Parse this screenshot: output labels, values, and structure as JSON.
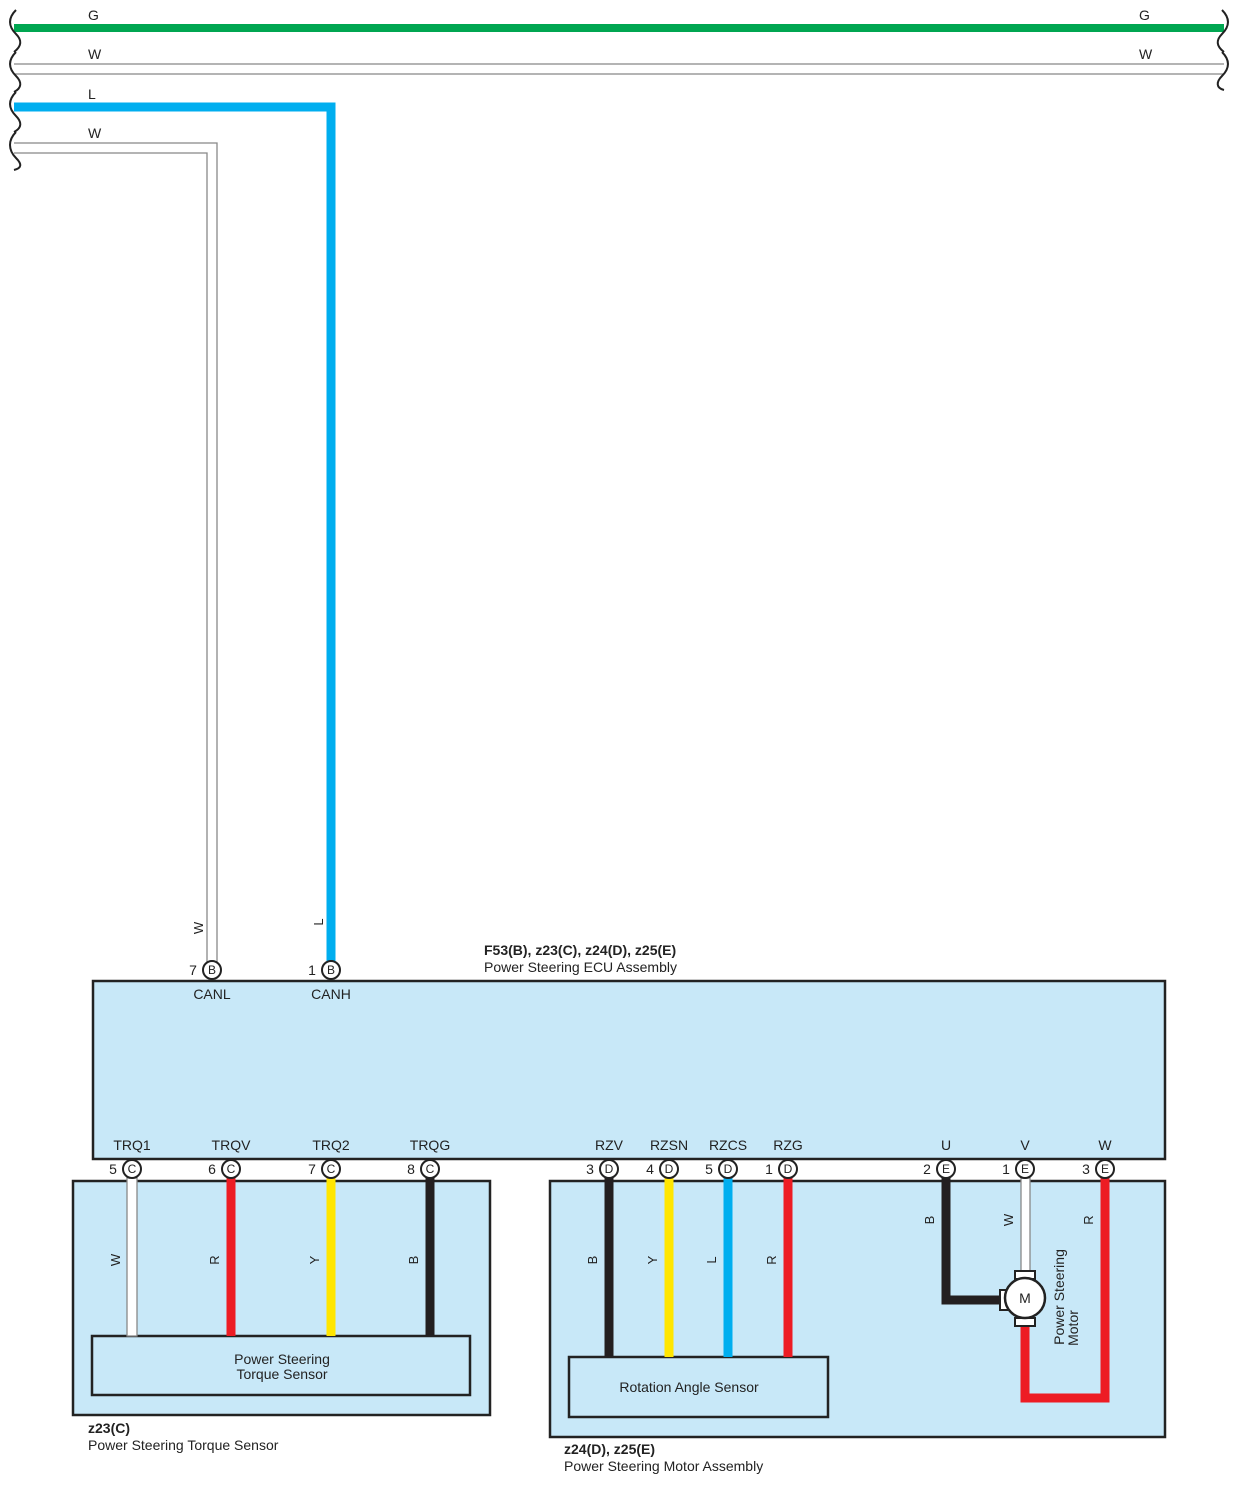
{
  "colors": {
    "G": "#00a651",
    "L": "#00aeef",
    "R": "#ed1c24",
    "Y": "#ffe600",
    "B": "#231f20",
    "W": "#ffffff",
    "box_fill": "#c8e8f8"
  },
  "top_wires": [
    {
      "code": "G",
      "left_label": "G",
      "right_label": "G"
    },
    {
      "code": "W",
      "left_label": "W",
      "right_label": "W"
    },
    {
      "code": "L",
      "left_label": "L"
    },
    {
      "code": "W",
      "left_label": "W"
    }
  ],
  "ecu": {
    "connectors": "F53(B), z23(C), z24(D), z25(E)",
    "name": "Power Steering ECU Assembly",
    "top_pins": [
      {
        "num": "7",
        "conn": "B",
        "signal": "CANL",
        "wire": "W"
      },
      {
        "num": "1",
        "conn": "B",
        "signal": "CANH",
        "wire": "L"
      }
    ],
    "bottom_pins": [
      {
        "num": "5",
        "conn": "C",
        "signal": "TRQ1",
        "wire": "W"
      },
      {
        "num": "6",
        "conn": "C",
        "signal": "TRQV",
        "wire": "R"
      },
      {
        "num": "7",
        "conn": "C",
        "signal": "TRQ2",
        "wire": "Y"
      },
      {
        "num": "8",
        "conn": "C",
        "signal": "TRQG",
        "wire": "B"
      },
      {
        "num": "3",
        "conn": "D",
        "signal": "RZV",
        "wire": "B"
      },
      {
        "num": "4",
        "conn": "D",
        "signal": "RZSN",
        "wire": "Y"
      },
      {
        "num": "5",
        "conn": "D",
        "signal": "RZCS",
        "wire": "L"
      },
      {
        "num": "1",
        "conn": "D",
        "signal": "RZG",
        "wire": "R"
      },
      {
        "num": "2",
        "conn": "E",
        "signal": "U",
        "wire": "B"
      },
      {
        "num": "1",
        "conn": "E",
        "signal": "V",
        "wire": "W"
      },
      {
        "num": "3",
        "conn": "E",
        "signal": "W",
        "wire": "R"
      }
    ]
  },
  "torque_sensor_assy": {
    "connector": "z23(C)",
    "name": "Power Steering Torque Sensor",
    "inner_line1": "Power Steering",
    "inner_line2": "Torque Sensor"
  },
  "motor_assy": {
    "connectors": "z24(D), z25(E)",
    "name": "Power Steering Motor Assembly",
    "sensor": "Rotation Angle Sensor",
    "motor_symbol": "M",
    "motor_line1": "Power Steering",
    "motor_line2": "Motor"
  }
}
